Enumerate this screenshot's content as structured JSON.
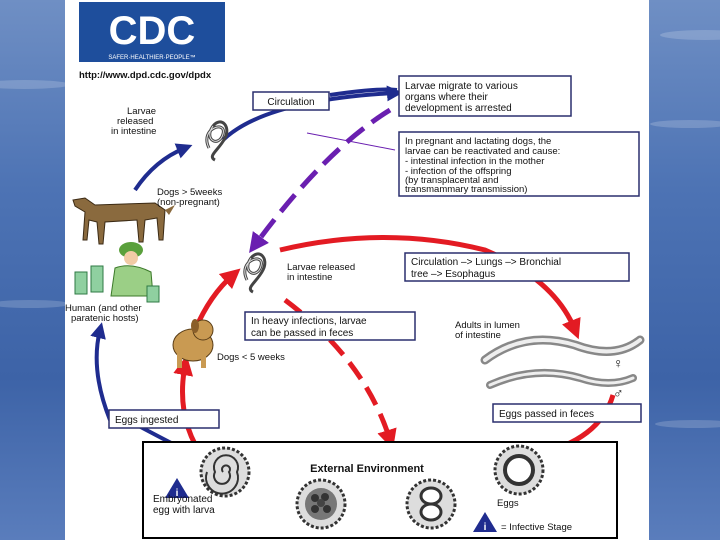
{
  "logo": {
    "text": "CDC",
    "tagline": "SAFER·HEALTHIER·PEOPLE™",
    "url": "http://www.dpd.cdc.gov/dpdx"
  },
  "colors": {
    "red": "#e31b23",
    "blue": "#1f2c8f",
    "purple": "#6a1fb0",
    "box_border": "#2a2f6e",
    "logo_blue": "#1e4e9c"
  },
  "labels": {
    "larvae_released_intestine_top": [
      "Larvae",
      "released",
      "in intestine"
    ],
    "dogs_over_5weeks": [
      "Dogs > 5weeks",
      "(non-pregnant)"
    ],
    "human_hosts": [
      "Human (and other",
      "paratenic hosts)"
    ],
    "larvae_released_mid": [
      "Larvae released",
      "in intestine"
    ],
    "dogs_under_5weeks": "Dogs < 5 weeks",
    "adults_in_lumen": [
      "Adults in lumen",
      "of intestine"
    ],
    "embryonated": [
      "Embryonated",
      "egg with larva"
    ],
    "eggs": "Eggs",
    "infective_stage": "= Infective Stage",
    "infective_marker": "i",
    "female_symbol": "♀",
    "male_symbol": "♂"
  },
  "boxes": {
    "circulation": "Circulation",
    "larvae_migrate": [
      "Larvae migrate to various",
      "organs where their",
      "development is arrested"
    ],
    "pregnant": [
      "In pregnant and lactating dogs, the",
      "larvae can be reactivated and cause:",
      " - intestinal infection in the mother",
      " - infection of the offspring",
      "   (by transplacental and",
      "   transmammary transmission)"
    ],
    "circulation_lungs": [
      "Circulation –> Lungs –> Bronchial",
      "tree –> Esophagus"
    ],
    "heavy_infections": [
      "In heavy infections, larvae",
      "can be passed in feces"
    ],
    "eggs_passed": "Eggs passed in feces",
    "eggs_ingested": "Eggs ingested",
    "external_environment": "External Environment"
  }
}
